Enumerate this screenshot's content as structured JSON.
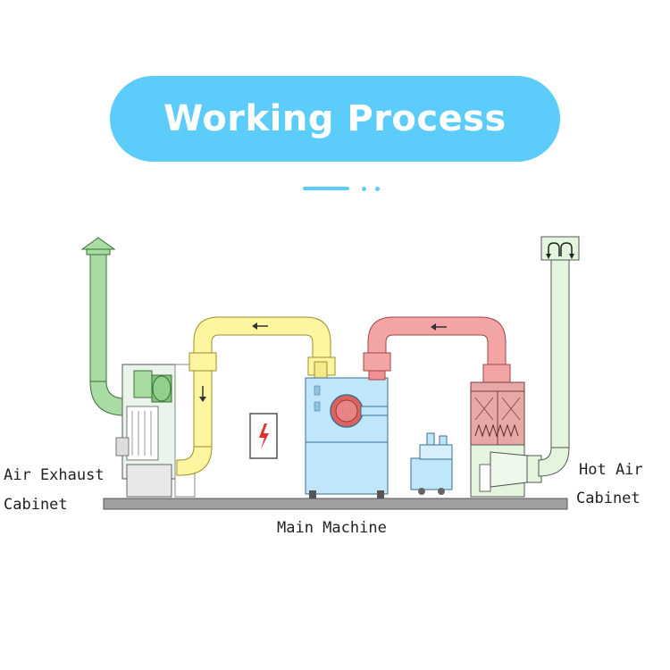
{
  "title": "Working Process",
  "labels": {
    "air_exhaust_line1": "Air Exhaust",
    "air_exhaust_line2": "Cabinet",
    "main_machine": "Main Machine",
    "hot_air_line1": "Hot Air",
    "hot_air_line2": "Cabinet"
  },
  "colors": {
    "accent": "#5ccdfa",
    "exhaust_duct": "#a8dca3",
    "return_duct": "#fdf5a0",
    "hot_duct": "#f3a4a4",
    "inlet_duct": "#e4f5dd",
    "machine": "#bfe6fa",
    "base": "#a0a0a0"
  },
  "icons": [
    "lightning-warning-icon",
    "flow-arrow-icon",
    "air-inlet-icon",
    "exhaust-arrow-icon"
  ]
}
